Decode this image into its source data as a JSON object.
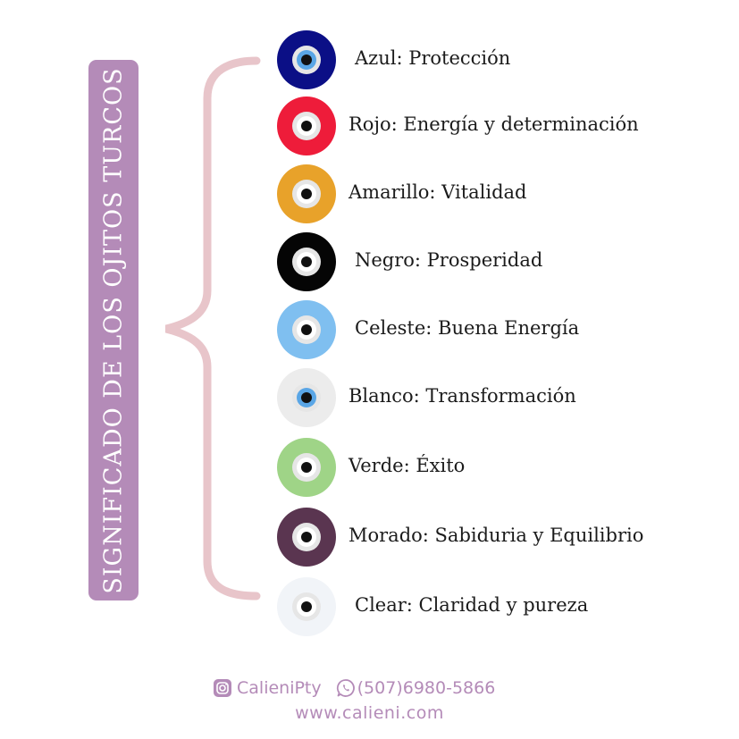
{
  "side_title": "SIGNIFICADO DE LOS OJITOS TURCOS",
  "colors": {
    "tag": "#b48bb8",
    "brace": "#e8c5ca"
  },
  "items": [
    {
      "label": "Azul: Protección",
      "color": "#0b0f86",
      "pupil_ring": "#5aa6e6"
    },
    {
      "label": "Rojo: Energía y determinación",
      "color": "#ee1c3a",
      "pupil_ring": "#ffffff"
    },
    {
      "label": "Amarillo: Vitalidad",
      "color": "#e8a22a",
      "pupil_ring": "#ffffff"
    },
    {
      "label": "Negro: Prosperidad",
      "color": "#050505",
      "pupil_ring": "#ffffff"
    },
    {
      "label": "Celeste: Buena Energía",
      "color": "#7fbff0",
      "pupil_ring": "#ffffff"
    },
    {
      "label": "Blanco: Transformación",
      "color": "#ececec",
      "pupil_ring": "#5aa6e6"
    },
    {
      "label": "Verde: Éxito",
      "color": "#9fd487",
      "pupil_ring": "#ffffff"
    },
    {
      "label": "Morado: Sabiduria y Equilibrio",
      "color": "#5a3550",
      "pupil_ring": "#ffffff"
    },
    {
      "label": "Clear: Claridad y pureza",
      "color": "#f1f4f8",
      "pupil_ring": "#ffffff"
    }
  ],
  "footer": {
    "instagram_handle": "CalieniPty",
    "phone": "(507)6980-5866",
    "website": "www.calieni.com",
    "instagram_icon": "instagram-icon",
    "whatsapp_icon": "whatsapp-icon"
  }
}
